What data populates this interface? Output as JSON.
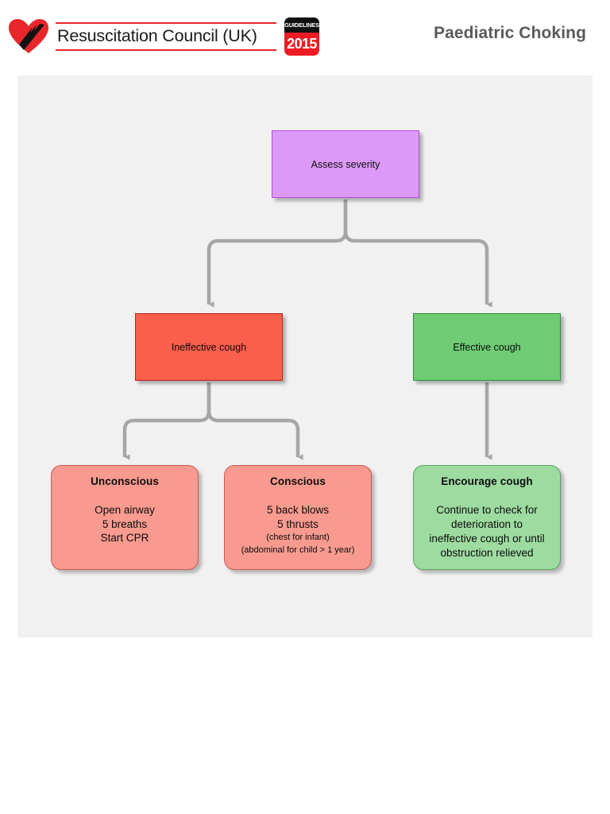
{
  "header": {
    "logo": {
      "heart_icon": "heart-icon",
      "council_name": "Resuscitation Council (UK)",
      "badge_top": "GUIDELINES",
      "badge_year": "2015"
    },
    "title": "Paediatric Choking"
  },
  "colors": {
    "panel_bg": "#f1f1f1",
    "purple_fill": "#dd99f7",
    "purple_border": "#b44ae0",
    "red_fill": "#fa5e4c",
    "red_border": "#b8231b",
    "green_fill": "#6fcc74",
    "green_border": "#2f8c3f",
    "pink_fill": "#f89a8f",
    "pink_border": "#cc5c55",
    "light_green_fill": "#9ddba0",
    "light_green_border": "#5aa463",
    "connector": "#a6a6a6",
    "brand_red": "#e8262b",
    "title_gray": "#5a5a5a"
  },
  "flowchart": {
    "type": "decision-tree",
    "nodes": {
      "assess": {
        "label": "Assess severity",
        "shape": "rectangle",
        "level": 1
      },
      "ineffective": {
        "label": "Ineffective cough",
        "shape": "rectangle",
        "level": 2
      },
      "effective": {
        "label": "Effective cough",
        "shape": "rectangle",
        "level": 2
      },
      "unconscious": {
        "title": "Unconscious",
        "shape": "rounded-rectangle",
        "level": 3,
        "lines": [
          "Open airway",
          "5 breaths",
          "Start CPR"
        ]
      },
      "conscious": {
        "title": "Conscious",
        "shape": "rounded-rectangle",
        "level": 3,
        "lines": [
          "5 back blows",
          "5 thrusts"
        ],
        "small_lines": [
          "(chest for infant)",
          "(abdominal for child > 1 year)"
        ]
      },
      "encourage": {
        "title": "Encourage cough",
        "shape": "rounded-rectangle",
        "level": 3,
        "lines": [
          "Continue to check for",
          "deterioration to",
          "ineffective cough or until",
          "obstruction relieved"
        ]
      }
    },
    "edges": [
      {
        "from": "assess",
        "to": "ineffective",
        "arrow": "down"
      },
      {
        "from": "assess",
        "to": "effective",
        "arrow": "down"
      },
      {
        "from": "ineffective",
        "to": "unconscious",
        "arrow": "down"
      },
      {
        "from": "ineffective",
        "to": "conscious",
        "arrow": "down"
      },
      {
        "from": "effective",
        "to": "encourage",
        "arrow": "down"
      }
    ]
  }
}
